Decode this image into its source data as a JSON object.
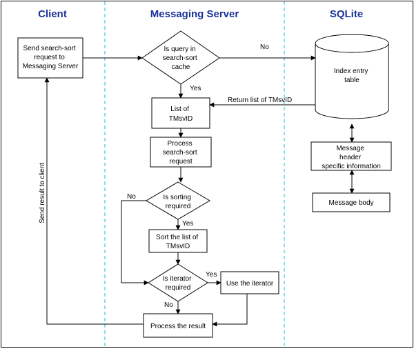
{
  "lanes": {
    "client": "Client",
    "server": "Messaging Server",
    "sqlite": "SQLite"
  },
  "nodes": {
    "send_request": [
      "Send search-sort",
      "request to",
      "Messaging Server"
    ],
    "query_cache": [
      "Is query in",
      "search-sort",
      "cache"
    ],
    "index_table": [
      "Index entry",
      "table"
    ],
    "list_tmsvid": [
      "List of",
      "TMsvID"
    ],
    "process_request": [
      "Process",
      "search-sort",
      "request"
    ],
    "sorting_required": [
      "Is sorting",
      "required"
    ],
    "sort_list": [
      "Sort the list of",
      "TMsvID"
    ],
    "iterator_required": [
      "Is iterator",
      "required"
    ],
    "use_iterator": [
      "Use the iterator"
    ],
    "process_result": [
      "Process  the result"
    ],
    "message_header": [
      "Message",
      "header",
      "specific information"
    ],
    "message_body": [
      "Message body"
    ]
  },
  "edges": {
    "no_cache": "No",
    "yes_cache": "Yes",
    "return_list": "Return list of TMsvID",
    "no_sorting": "No",
    "yes_sorting": "Yes",
    "yes_iterator": "Yes",
    "no_iterator": "No",
    "send_result": "Send result to client"
  }
}
